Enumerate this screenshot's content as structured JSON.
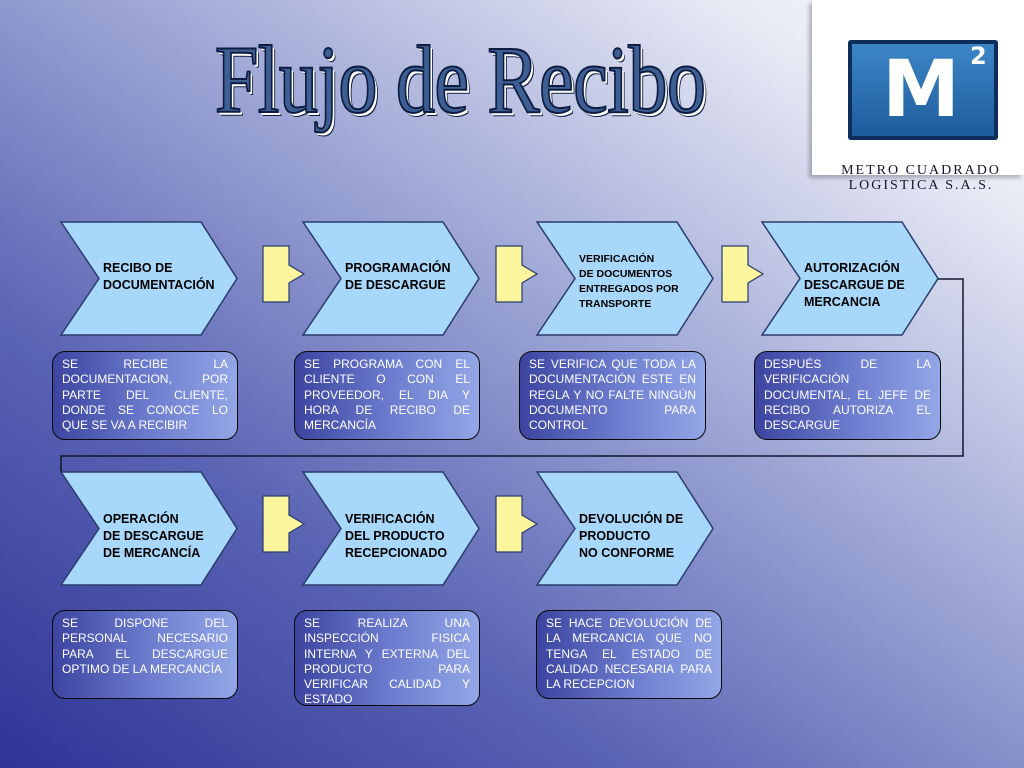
{
  "title": "Flujo de Recibo",
  "logo": {
    "mark": "M",
    "superscript": "2",
    "line1": "METRO CUADRADO",
    "line2": "LOGISTICA S.A.S."
  },
  "colors": {
    "chevron_fill": "#a7d8fb",
    "chevron_stroke": "#2a3c6c",
    "arrow_fill": "#fbf59d",
    "arrow_stroke": "#2a3c6c",
    "title": "#3d5f94"
  },
  "steps": [
    {
      "label": "RECIBO DE\nDOCUMENTACIÓN",
      "description": "SE RECIBE LA DOCUMENTACION, POR PARTE DEL CLIENTE, DONDE SE CONOCE LO QUE SE VA A RECIBIR"
    },
    {
      "label": "PROGRAMACIÓN\nDE DESCARGUE",
      "description": "SE PROGRAMA CON EL CLIENTE O CON EL PROVEEDOR, EL DIA Y HORA DE RECIBO DE MERCANCÍA"
    },
    {
      "label": "VERIFICACIÓN\nDE DOCUMENTOS\nENTREGADOS POR\nTRANSPORTE",
      "description": "SE VERIFICA QUE TODA LA DOCUMENTACIÓN ESTE EN REGLA Y NO FALTE NINGÚN DOCUMENTO PARA CONTROL"
    },
    {
      "label": "AUTORIZACIÓN\nDESCARGUE DE\nMERCANCIA",
      "description": "DESPUÉS DE LA VERIFICACIÓN DOCUMENTAL, EL JEFE DE RECIBO AUTORIZA EL DESCARGUE"
    },
    {
      "label": "OPERACIÓN\nDE DESCARGUE\nDE MERCANCÍA",
      "description": "SE DISPONE DEL PERSONAL NECESARIO PARA EL DESCARGUE OPTIMO DE LA MERCANCÍA"
    },
    {
      "label": "VERIFICACIÓN\nDEL PRODUCTO\nRECEPCIONADO",
      "description": "SE REALIZA UNA INSPECCIÓN FISICA INTERNA Y EXTERNA DEL PRODUCTO PARA VERIFICAR CALIDAD Y ESTADO"
    },
    {
      "label": "DEVOLUCIÓN DE\nPRODUCTO\nNO CONFORME",
      "description": "SE HACE DEVOLUCIÓN DE LA MERCANCIA QUE NO TENGA EL ESTADO DE CALIDAD NECESARIA PARA LA RECEPCION"
    }
  ]
}
